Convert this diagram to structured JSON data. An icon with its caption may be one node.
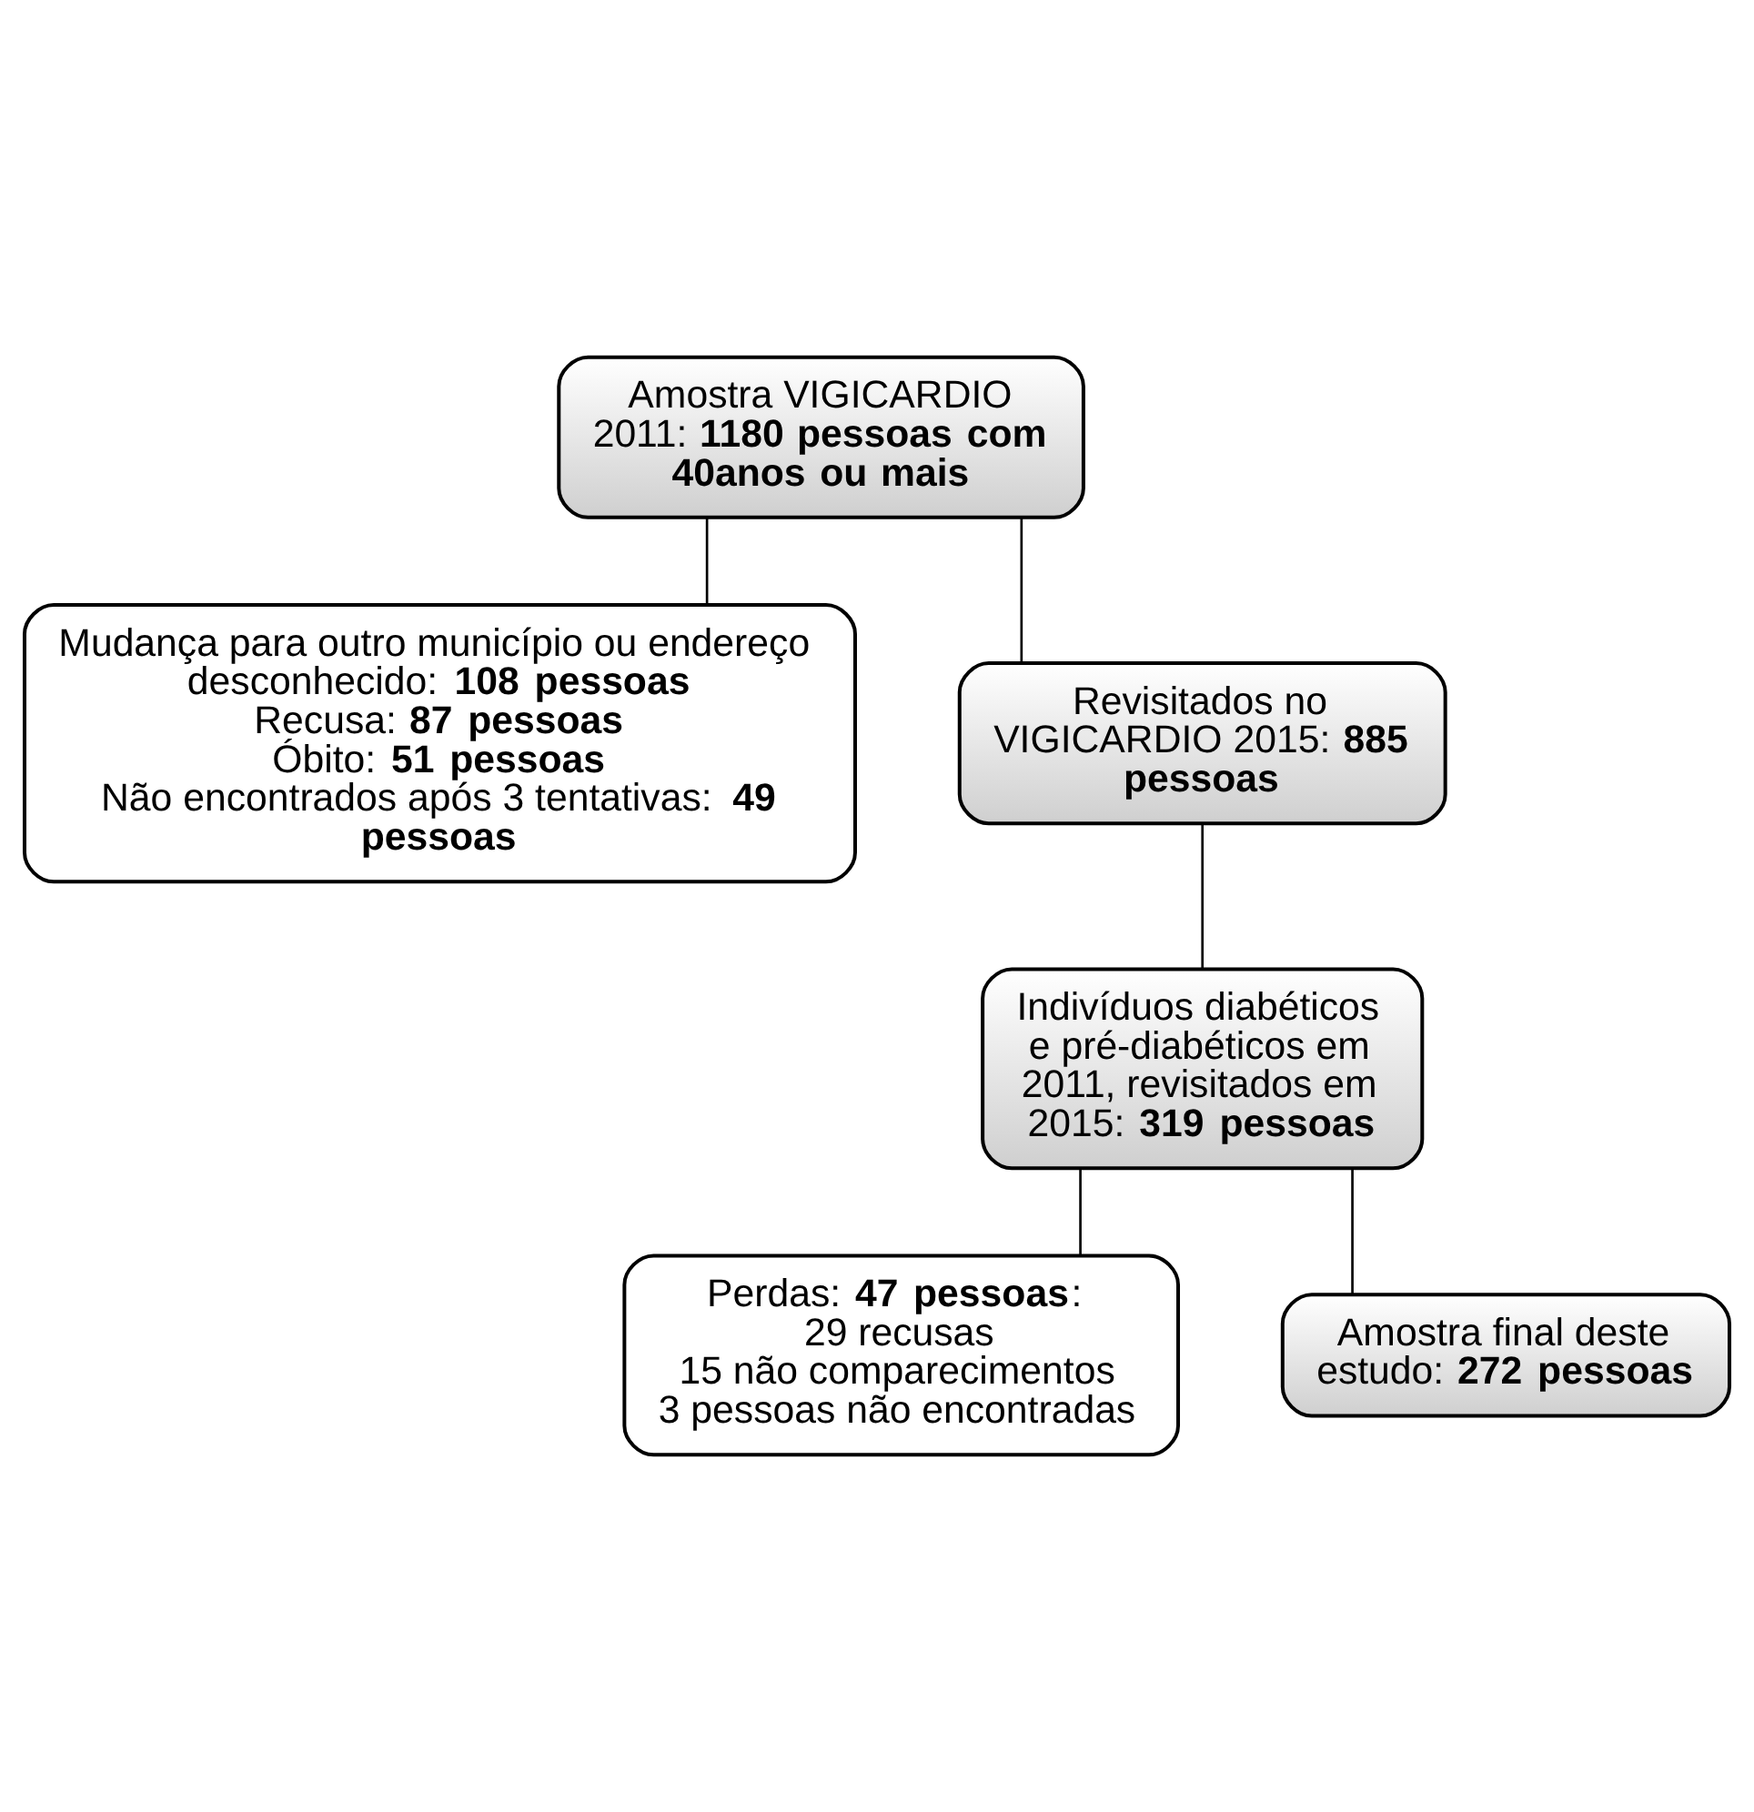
{
  "diagram": {
    "nodes": [
      {
        "text": [
          "Amostra VIGICARDIO 2011: **1180 pessoas com 40anos ou mais**"
        ]
      },
      {
        "text": [
          "Mudança para outro município ou endereço desconhecido: **108 pessoas**",
          "Recusa: **87 pessoas**",
          "Óbito: **51 pessoas**",
          "Não encontrados após 3 tentativas: **49 pessoas**"
        ]
      },
      {
        "text": [
          "Revisitados no VIGICARDIO 2015: **885 pessoas**"
        ]
      },
      {
        "text": [
          "Indivíduos diabéticos e pré-diabéticos em 2011, revisitados em 2015: **319 pessoas**"
        ]
      },
      {
        "text": [
          "Perdas: **47 pessoas**:",
          "29 recusas",
          "15 não comparecimentos",
          "3 pessoas não encontradas"
        ]
      },
      {
        "text": [
          "Amostra final deste estudo: **272 pessoas**"
        ]
      }
    ],
    "edges": [
      {
        "from": 0,
        "to": 2,
        "arrow": "none"
      },
      {
        "from": 0,
        "to": 1,
        "arrow": "none"
      },
      {
        "from": 2,
        "to": 3,
        "arrow": "none"
      },
      {
        "from": 3,
        "to": 5,
        "arrow": "none"
      },
      {
        "from": 3,
        "to": 4,
        "arrow": "none"
      }
    ]
  }
}
